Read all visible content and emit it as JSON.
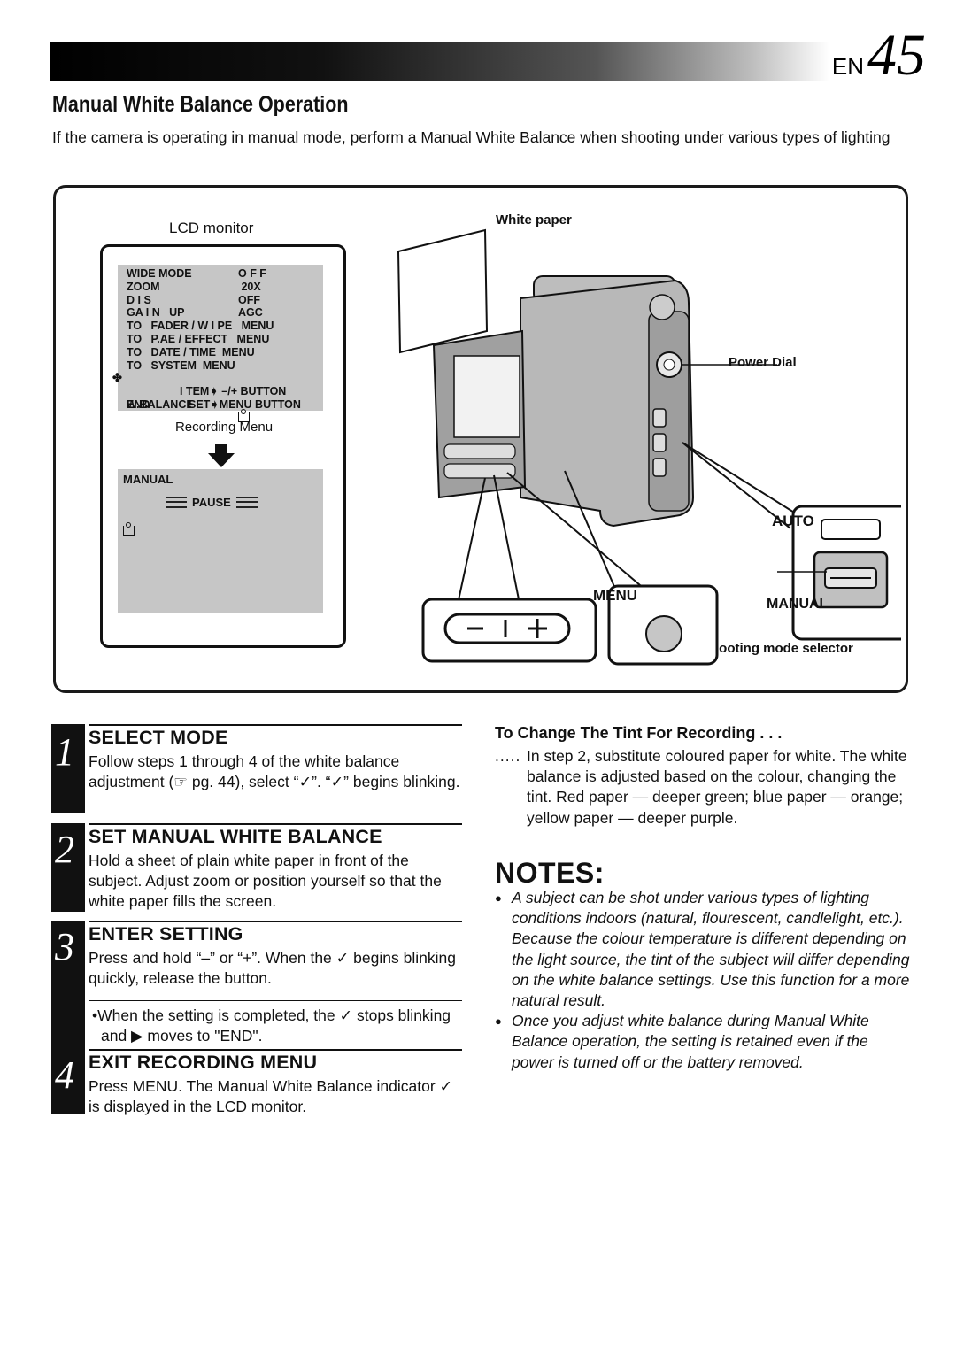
{
  "header": {
    "lang": "EN",
    "page_number": "45"
  },
  "title": "Manual White Balance Operation",
  "intro": "If the camera is operating in manual mode, perform a Manual White Balance when shooting under various types of lighting",
  "figure": {
    "lcd_label": "LCD monitor",
    "white_paper_label": "White paper",
    "power_dial_label": "Power Dial",
    "recording_menu_label": "Recording Menu",
    "menu_button_label": "MENU",
    "auto_label": "AUTO",
    "manual_label": "MANUAL",
    "shooting_mode_label": "Shooting mode selector",
    "osd_menu": [
      {
        "item": "WIDE MODE",
        "value": "O F F"
      },
      {
        "item": "ZOOM",
        "value": " 20X"
      },
      {
        "item": "D I S",
        "value": "OFF"
      },
      {
        "item": "GA I N   UP",
        "value": "AGC"
      },
      {
        "item": "TO   FADER / W I PE   MENU",
        "value": ""
      },
      {
        "item": "TO   P.AE / EFFECT   MENU",
        "value": ""
      },
      {
        "item": "TO   DATE / TIME  MENU",
        "value": ""
      },
      {
        "item": "TO   SYSTEM  MENU",
        "value": ""
      },
      {
        "item": "W.BALANCE",
        "value": ""
      }
    ],
    "osd_item_line": "I TEM➧ –/+ BUTTON",
    "osd_end": "END",
    "osd_set_line": "SET➧MENU BUTTON",
    "osd_screen2": {
      "mode": "MANUAL",
      "status": "PAUSE"
    }
  },
  "steps": [
    {
      "number": "1",
      "heading": "SELECT MODE",
      "body": "Follow steps 1 through 4 of the white balance adjustment (☞ pg. 44), select “✓”. “✓” begins blinking."
    },
    {
      "number": "2",
      "heading": "SET MANUAL WHITE BALANCE",
      "body": "Hold a sheet of plain white paper in front of the subject. Adjust zoom or position yourself so that the white paper fills the screen."
    },
    {
      "number": "3",
      "heading": "ENTER SETTING",
      "body": "Press and hold “–” or “+”. When the ✓ begins blinking quickly, release the button.",
      "note": "•When the setting is completed, the ✓ stops blinking and ▶ moves to \"END\"."
    },
    {
      "number": "4",
      "heading": "EXIT RECORDING MENU",
      "body": "Press MENU. The Manual White Balance indicator ✓ is displayed in the LCD monitor."
    }
  ],
  "tint": {
    "heading": "To Change The Tint For Recording . . .",
    "dots": ".....",
    "body": "In step 2, substitute coloured paper for white. The white balance is adjusted based on the colour, changing the tint. Red paper — deeper green; blue paper — orange; yellow paper — deeper purple."
  },
  "notes": {
    "heading": "NOTES:",
    "items": [
      "A subject can be shot under various types of lighting conditions indoors (natural, flourescent, candlelight, etc.). Because the colour temperature is different depending on the light source, the tint of the subject will differ depending on the white balance settings. Use this function for a more natural result.",
      "Once you adjust white balance during Manual White Balance operation, the setting is retained even if the power is turned off or the battery removed."
    ]
  }
}
